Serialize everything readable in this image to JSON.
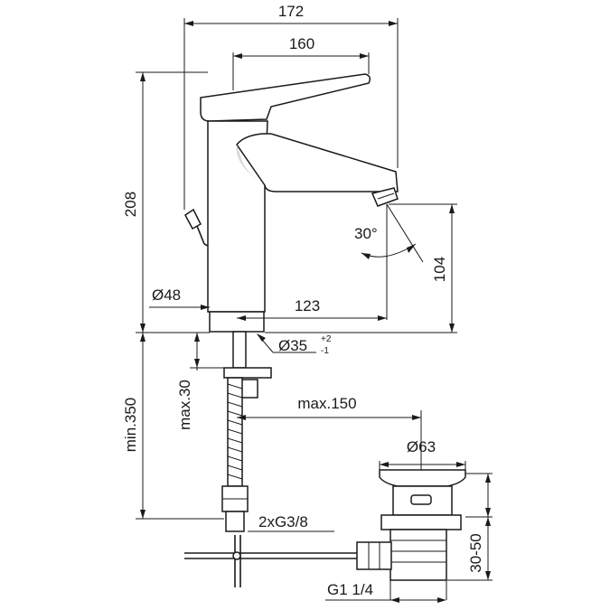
{
  "dimensions": {
    "top_width": "172",
    "lever_width": "160",
    "total_height": "208",
    "spout_height": "104",
    "spout_angle": "30°",
    "base_diameter": "Ø48",
    "spout_reach": "123",
    "hole_diameter_base": "Ø35",
    "hole_tol_upper": "+2",
    "hole_tol_lower": "-1",
    "max_thickness": "max.30",
    "min_length": "min.350",
    "max_offset": "max.150",
    "waste_diameter": "Ø63",
    "hose_thread": "2xG3/8",
    "waste_thread": "G1 1/4",
    "waste_range": "30-50"
  }
}
